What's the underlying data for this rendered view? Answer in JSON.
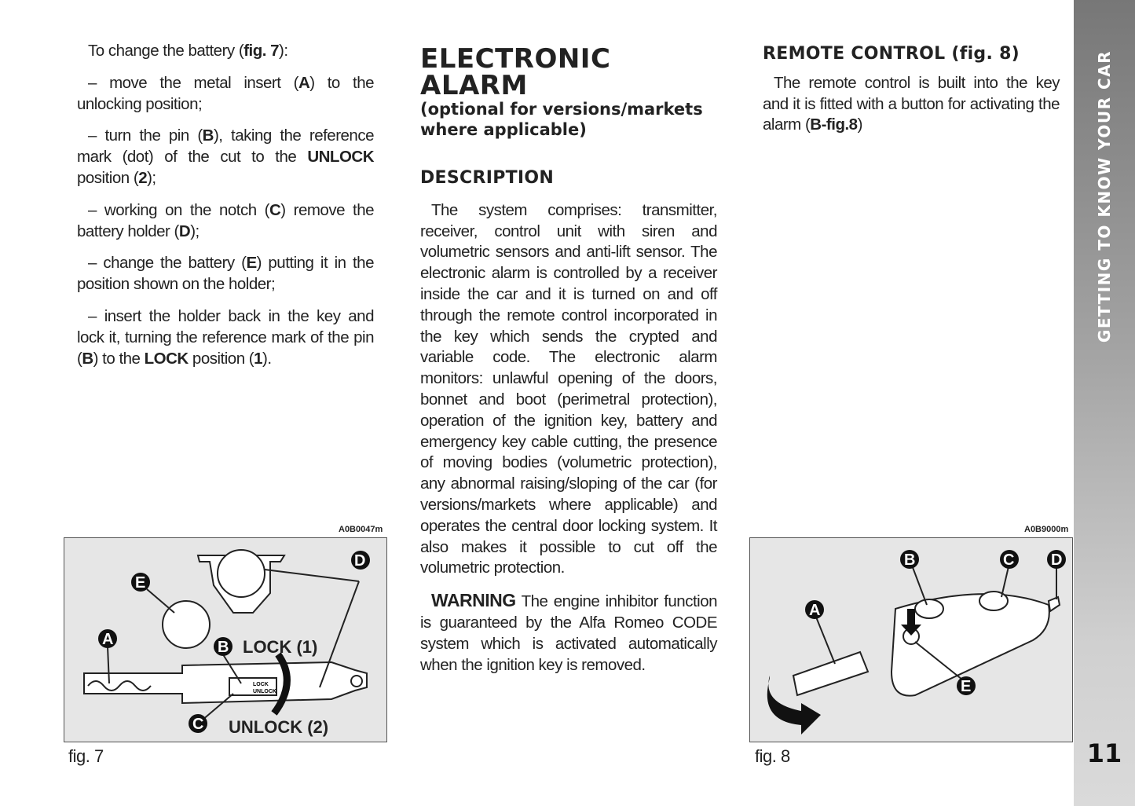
{
  "col1": {
    "intro": [
      "To change the battery (",
      "fig. 7",
      "):"
    ],
    "steps": [
      [
        "– move the metal insert (",
        "A",
        ") to the unlocking position;"
      ],
      [
        "– turn the pin (",
        "B",
        "), taking the reference mark (dot) of the cut to the ",
        "UNLOCK",
        " position (",
        "2",
        ");"
      ],
      [
        "– working on the notch (",
        "C",
        ") remove the battery holder (",
        "D",
        ");"
      ],
      [
        "– change the battery (",
        "E",
        ") putting it in the position shown on the holder;"
      ],
      [
        "– insert the holder back in the key and lock it, turning the reference mark of the pin (",
        "B",
        ") to the ",
        "LOCK",
        " position (",
        "1",
        ")."
      ]
    ]
  },
  "col2": {
    "title": "ELECTRONIC ALARM",
    "subtitle": "(optional for versions/markets where applicable)",
    "heading": "DESCRIPTION",
    "body": "The system comprises: transmitter, receiver, control unit with siren and volumetric sensors and anti-lift sensor. The electronic alarm is controlled by a receiver inside the car and it is turned on and off through the remote control incorporated in the key which sends the crypted and variable code. The electronic alarm monitors: unlawful opening of the doors, bonnet and boot (perimetral protection), operation of the ignition key, battery and emergency key cable cutting, the presence of moving bodies (volumetric protection), any abnormal raising/sloping of the car (for versions/markets where applicable) and operates the central door locking system. It also makes it possible to cut off the volumetric protection.",
    "warning_label": "WARNING",
    "warning_text": " The engine inhibitor function is guaranteed by the Alfa Romeo CODE system which is activated automatically when the ignition key is removed."
  },
  "col3": {
    "heading": "REMOTE CONTROL (fig. 8)",
    "body": [
      "The remote control is built into the key and it is fitted with a button for activating the alarm (",
      "B-fig.8",
      ")"
    ]
  },
  "fig7": {
    "code": "A0B0047m",
    "caption": "fig. 7",
    "labels": [
      "A",
      "B",
      "C",
      "D",
      "E"
    ],
    "lock": "LOCK (1)",
    "unlock": "UNLOCK (2)",
    "pin_lock": "LOCK",
    "pin_unlock": "UNLOCK"
  },
  "fig8": {
    "code": "A0B9000m",
    "caption": "fig. 8",
    "labels": [
      "A",
      "B",
      "C",
      "D",
      "E"
    ]
  },
  "sidebar": {
    "title": "GETTING TO KNOW YOUR CAR",
    "page_number": "11"
  }
}
